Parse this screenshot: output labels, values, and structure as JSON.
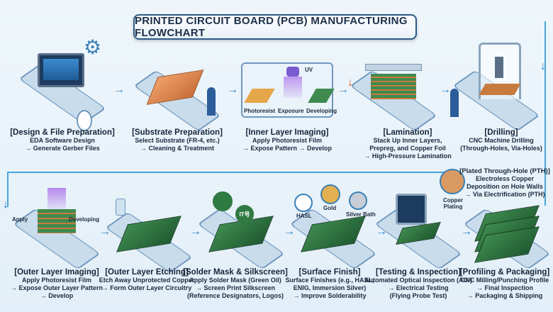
{
  "title": "PRINTED CIRCUIT BOARD (PCB) MANUFACTURING FLOWCHART",
  "steps_top": [
    {
      "title": "[Design & File Preparation]",
      "lines": [
        "EDA Software Design",
        "→ Generate Gerber Files"
      ]
    },
    {
      "title": "[Substrate Preparation]",
      "lines": [
        "Select Substrate (FR-4, etc.)",
        "→ Cleaning & Treatment"
      ]
    },
    {
      "title": "[Inner Layer Imaging]",
      "lines": [
        "Apply Photoresist Film",
        "→ Expose Pattern → Develop"
      ],
      "labels": [
        "Photoresist",
        "Exposure",
        "Developing",
        "UV"
      ]
    },
    {
      "title": "[Lamination]",
      "lines": [
        "Stack Up Inner Layers,",
        "Prepreg, and Copper Foil",
        "→ High-Pressure Lamination"
      ]
    },
    {
      "title": "[Drilling]",
      "lines": [
        "CNC Machine Drilling",
        "(Through-Holes, Via-Holes)"
      ]
    }
  ],
  "pth": {
    "title": "[Plated Through-Hole (PTH)]",
    "lines": [
      "Electroless Copper",
      "Deposition on Hole Walls",
      "→ Via Electrification (PTH)"
    ],
    "icon_label": "Copper Plating"
  },
  "steps_bottom": [
    {
      "title": "[Outer Layer Imaging]",
      "lines": [
        "Apply Photoresist Film",
        "→ Expose Outer Layer Pattern",
        "→ Develop"
      ],
      "labels": [
        "Apply",
        "Developing"
      ]
    },
    {
      "title": "[Outer Layer Etching]",
      "lines": [
        "Etch Away Unprotected Copper",
        "→ Form Outer Layer Circuitry"
      ]
    },
    {
      "title": "[Solder Mask & Silkscreen]",
      "lines": [
        "Apply Solder Mask (Green Oil)",
        "→ Screen Print Silkscreen",
        "(Reference Designators, Logos)"
      ],
      "labels": [
        "IT号"
      ]
    },
    {
      "title": "[Surface Finish]",
      "lines": [
        "Surface Finishes (e.g., HASL,",
        "ENIG, Immersion Silver)",
        "→ Improve Solderability"
      ],
      "labels": [
        "HASL",
        "Gold",
        "Silver Bath"
      ]
    },
    {
      "title": "[Testing & Inspection]",
      "lines": [
        "Automated Optical Inspection (AOI)",
        "→ Electrical Testing",
        "(Flying Probe Test)"
      ]
    },
    {
      "title": "[Profiling & Packaging]",
      "lines": [
        "CNC Milling/Punching Profile",
        "→ Final Inspection",
        "→ Packaging & Shipping"
      ]
    }
  ],
  "colors": {
    "accent": "#2a7fc4",
    "board": "#2f7a42",
    "copper": "#c87a3e"
  }
}
